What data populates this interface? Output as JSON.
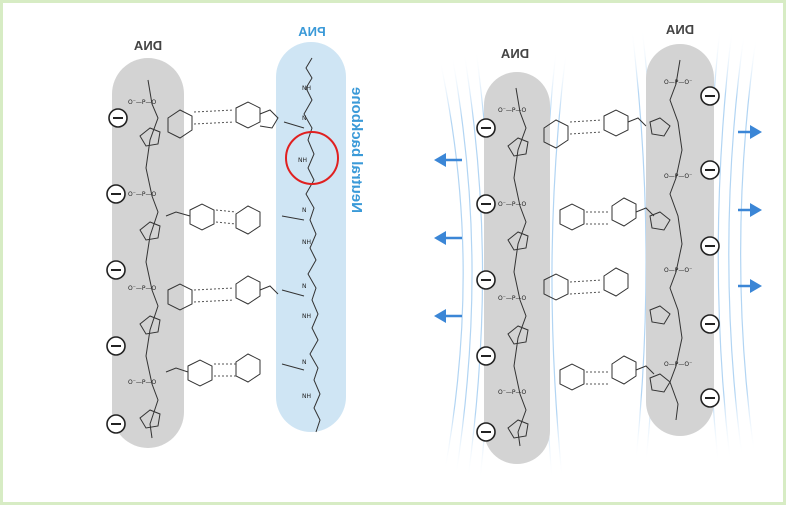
{
  "left_panel": {
    "dna_label": "DNA",
    "pna_label": "PNA",
    "backbone_label": "Neutral backbone",
    "charge_symbol": "−",
    "charges_count_text": "",
    "colors": {
      "dna_column": "#d3d3d3",
      "pna_column": "#cfe5f4",
      "pna_text": "#3b9ad8",
      "highlight_circle": "#e02020"
    }
  },
  "right_panel": {
    "dna_label_left": "DNA",
    "dna_label_right": "DNA",
    "charge_symbol": "−",
    "colors": {
      "dna_column": "#d3d3d3",
      "arrow": "#3b86d6",
      "field_lines": "#a9d0f2"
    }
  },
  "icons": {
    "negative_charge": "minus-circle-icon",
    "repulsion_arrow": "arrow-icon"
  }
}
